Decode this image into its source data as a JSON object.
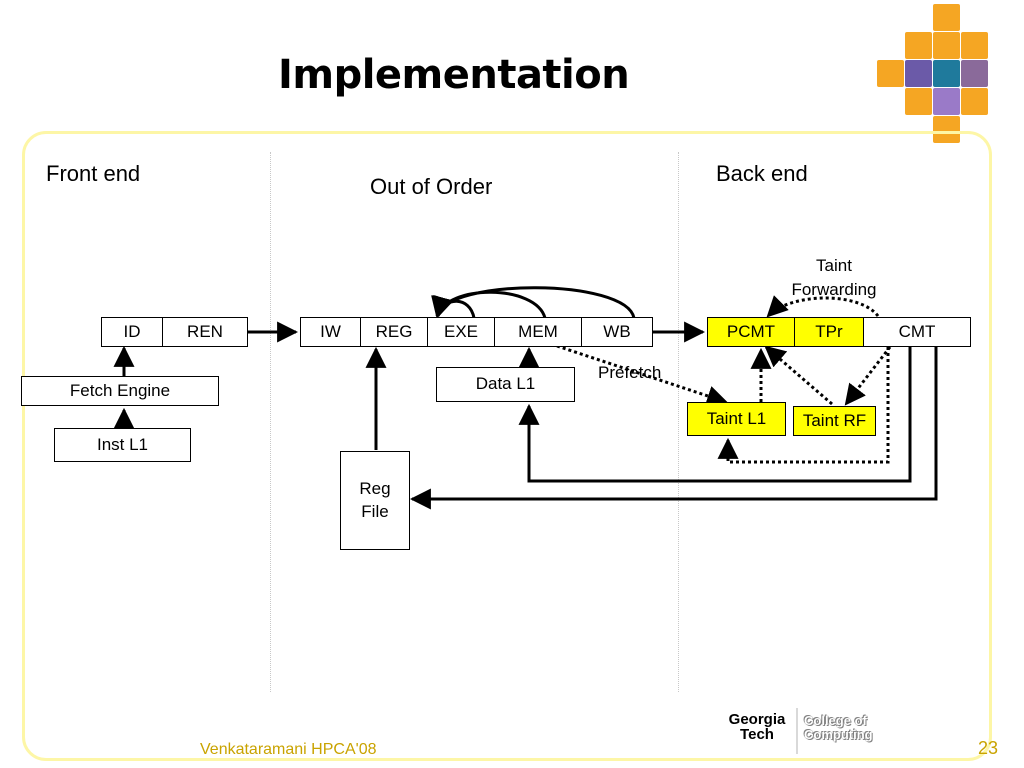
{
  "slide": {
    "title": "Implementation",
    "footer_text": "Venkataramani HPCA'08",
    "page_number": "23"
  },
  "sections": {
    "front_end": "Front end",
    "out_of_order": "Out of Order",
    "back_end": "Back end"
  },
  "front_end": {
    "pipeline": [
      "ID",
      "REN"
    ],
    "fetch_engine": "Fetch Engine",
    "inst_l1": "Inst L1"
  },
  "ooo": {
    "pipeline": [
      "IW",
      "REG",
      "EXE",
      "MEM",
      "WB"
    ],
    "data_l1": "Data L1",
    "reg_file_line1": "Reg",
    "reg_file_line2": "File"
  },
  "back_end": {
    "pipeline": [
      "PCMT",
      "TPr",
      "CMT"
    ],
    "taint_l1": "Taint L1",
    "taint_rf": "Taint RF",
    "taint_forwarding_line1": "Taint",
    "taint_forwarding_line2": "Forwarding",
    "prefetch": "Prefetch"
  },
  "logo": {
    "name_line1": "Georgia",
    "name_line2": "Tech",
    "college_line1": "College of",
    "college_line2": "Computing"
  },
  "colors": {
    "highlight": "#ffff00",
    "frame": "#fdf6a6",
    "footer": "#c9a300",
    "tile_orange": "#f5a623"
  }
}
